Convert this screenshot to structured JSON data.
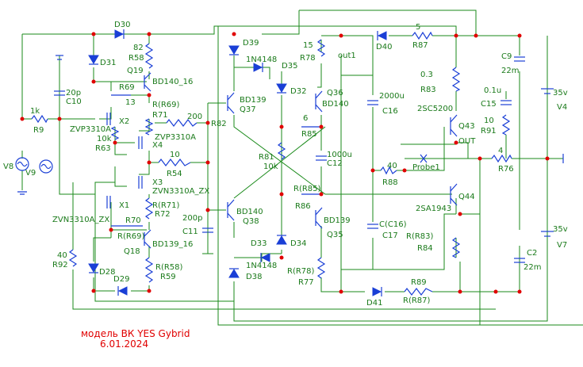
{
  "title_line1": "модель ВК YES Gybrid",
  "title_line2": "6.01.2024",
  "labels": {
    "D30": "D30",
    "D31": "D31",
    "R58_val": "82",
    "R58": "R58",
    "Q19": "Q19",
    "Q19_type": "BD140_16",
    "R69": "R69",
    "R69_val": "13",
    "R71_ref": "R(R69)",
    "R71": "R71",
    "C10_val": "20p",
    "C10": "C10",
    "R9_val": "1k",
    "R9": "R9",
    "X2_type": "ZVP3310A",
    "X2": "X2",
    "R63_val": "10k",
    "R63": "R63",
    "X4_type": "ZVP3310A",
    "X4": "X4",
    "R54_val": "10",
    "R54": "R54",
    "X3": "X3",
    "X3_type": "ZVN3310A_ZX",
    "X1": "X1",
    "X1_type": "ZVN3310A_ZX",
    "R72_ref": "R(R71)",
    "R72": "R72",
    "R70": "R70",
    "R69_ref": "R(R69)",
    "Q18": "Q18",
    "Q18_type": "BD139_16",
    "R92_val": "40",
    "R92": "R92",
    "D28": "D28",
    "D29": "D29",
    "R59_ref": "R(R58)",
    "R59": "R59",
    "V8": "V8",
    "V9": "V9",
    "D39": "D39",
    "D35_type": "1N4148",
    "D35": "D35",
    "Q37_type": "BD139",
    "Q37": "Q37",
    "R82_val": "200",
    "R82": "R82",
    "C11_val": "200p",
    "C11": "C11",
    "Q38_type": "BD140",
    "Q38": "Q38",
    "D33": "D33",
    "D38_type": "1N4148",
    "D38": "D38",
    "D34": "D34",
    "R78_val": "15",
    "R78": "R78",
    "out1": "out1",
    "D32": "D32",
    "Q36": "Q36",
    "Q36_type": "BD140",
    "R85_val": "6",
    "R85": "R85",
    "R81": "R81",
    "R81_val": "10k",
    "C12_val": "1000u",
    "C12": "C12",
    "R86_ref": "R(R85)",
    "R86": "R86",
    "Q35_type": "BD139",
    "Q35": "Q35",
    "R77_ref": "R(R78)",
    "R77": "R77",
    "D40": "D40",
    "R87_val": "5",
    "R87": "R87",
    "C16_val": "2000u",
    "C16": "C16",
    "R88_val": "40",
    "R88": "R88",
    "Probe1": "Probe1",
    "C17_ref": "C(C16)",
    "C17": "C17",
    "D41": "D41",
    "R89": "R89",
    "R89_ref": "R(R87)",
    "R83_val": "0.3",
    "R83": "R83",
    "Q43_type": "2SC5200",
    "Q43": "Q43",
    "OUT": "OUT",
    "Q44": "Q44",
    "Q44_type": "2SA1943",
    "R84_ref": "R(R83)",
    "R84": "R84",
    "C9": "C9",
    "C9_val": "22m",
    "C15_val": "0.1u",
    "C15": "C15",
    "R91_val": "10",
    "R91": "R91",
    "R76_val": "4",
    "R76": "R76",
    "V4_val": "35v",
    "V4": "V4",
    "V7_val": "35v",
    "V7": "V7",
    "C2": "C2",
    "C2_val": "22m"
  }
}
